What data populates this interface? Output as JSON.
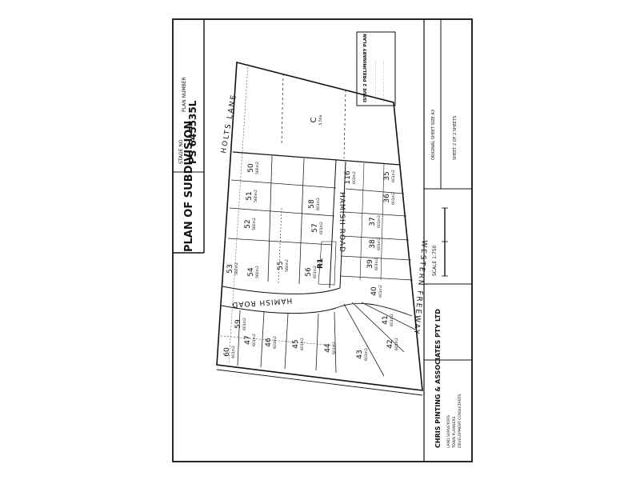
{
  "sheet": {
    "title": "PLAN OF SUBDIVISION",
    "stage": "STAGE NO",
    "plan_number_label": "PLAN NUMBER",
    "plan_number": "PS 645535L",
    "scale": "SCALE 1:750",
    "firm_name": "CHRIS PINTING & ASSOCIATES PTY LTD",
    "firm_details": [
      "LAND SURVEYORS",
      "TOWN PLANNERS",
      "DEVELOPMENT CONSULTANTS"
    ]
  },
  "roads": {
    "north": "HOLTS LANE",
    "west": "HAMISH ROAD",
    "east": "HAMISH ROAD",
    "south": "WESTERN FREEWAY",
    "reserve": "R1"
  },
  "notes": {
    "preliminary": "ISSUE 2 PRELIMINARY PLAN",
    "title_block": [
      "ORIGINAL SHEET SIZE A3",
      "SHEET 2 OF 2 SHEETS"
    ]
  },
  "lots": [
    {
      "num": "C",
      "area": "5.5ha"
    },
    {
      "num": "50",
      "area": "560m2"
    },
    {
      "num": "51",
      "area": "560m2"
    },
    {
      "num": "52",
      "area": "560m2"
    },
    {
      "num": "53",
      "area": "560m2"
    },
    {
      "num": "54",
      "area": "560m2"
    },
    {
      "num": "55",
      "area": "560m2"
    },
    {
      "num": "56",
      "area": "601m2"
    },
    {
      "num": "57",
      "area": "601m2"
    },
    {
      "num": "58",
      "area": "601m2"
    },
    {
      "num": "116",
      "area": "601m2"
    },
    {
      "num": "35",
      "area": "601m2"
    },
    {
      "num": "36",
      "area": "601m2"
    },
    {
      "num": "37",
      "area": "601m2"
    },
    {
      "num": "38",
      "area": "601m2"
    },
    {
      "num": "39",
      "area": "601m2"
    },
    {
      "num": "40",
      "area": "601m2"
    },
    {
      "num": "41",
      "area": "601m2"
    },
    {
      "num": "42",
      "area": "601m2"
    },
    {
      "num": "43",
      "area": "601m2"
    },
    {
      "num": "44",
      "area": "601m2"
    },
    {
      "num": "45",
      "area": "601m2"
    },
    {
      "num": "46",
      "area": "601m2"
    },
    {
      "num": "47",
      "area": "601m2"
    },
    {
      "num": "59",
      "area": "601m2"
    },
    {
      "num": "60",
      "area": "601m2"
    }
  ]
}
